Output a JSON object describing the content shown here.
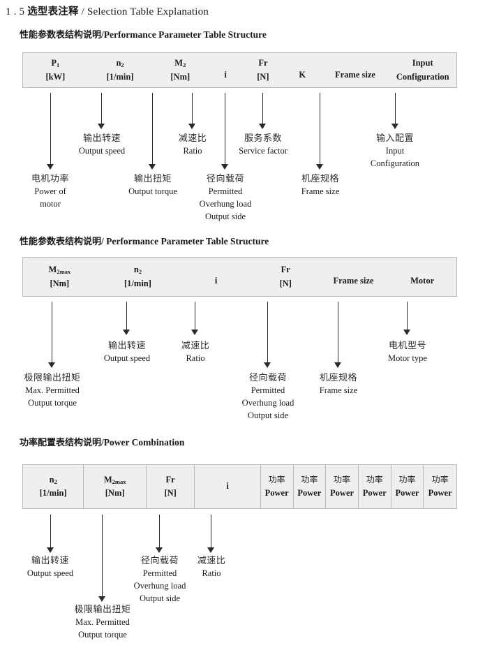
{
  "document": {
    "title_number": "1 . 5",
    "title_cn": "选型表注释",
    "title_sep": "/",
    "title_en": "Selection Table Explanation"
  },
  "sections": [
    {
      "id": "performance-parameter-table-1",
      "heading_cn": "性能参数表结构说明",
      "heading_sep": "/",
      "heading_en": "Performance Parameter Table Structure",
      "table": {
        "divided": false,
        "columns": [
          {
            "symbol": "P",
            "sub": "1",
            "unit": "[kW]"
          },
          {
            "symbol": "n",
            "sub": "2",
            "unit": "[1/min]"
          },
          {
            "symbol": "M",
            "sub": "2",
            "unit": "[Nm]"
          },
          {
            "symbol": "i",
            "sub": "",
            "unit": ""
          },
          {
            "symbol": "Fr",
            "sub": "",
            "unit": "[N]"
          },
          {
            "symbol": "K",
            "sub": "",
            "unit": ""
          },
          {
            "symbol": "Frame size",
            "sub": "",
            "unit": ""
          },
          {
            "symbol": "Input",
            "sub": "",
            "unit": "Configuration"
          }
        ]
      },
      "notes": [
        {
          "cn": "电机功率",
          "en": [
            "Power of",
            "motor"
          ]
        },
        {
          "cn": "输出转速",
          "en": [
            "Output speed"
          ]
        },
        {
          "cn": "输出扭矩",
          "en": [
            "Output torque"
          ]
        },
        {
          "cn": "减速比",
          "en": [
            "Ratio"
          ]
        },
        {
          "cn": "径向载荷",
          "en": [
            "Permitted",
            "Overhung load",
            "Output side"
          ]
        },
        {
          "cn": "服务系数",
          "en": [
            "Service factor"
          ]
        },
        {
          "cn": "机座规格",
          "en": [
            "Frame size"
          ]
        },
        {
          "cn": "输入配置",
          "en": [
            "Input",
            "Configuration"
          ]
        }
      ]
    },
    {
      "id": "performance-parameter-table-2",
      "heading_cn": "性能参数表结构说明",
      "heading_sep": "/",
      "heading_en": "Performance Parameter Table Structure",
      "table": {
        "divided": false,
        "columns": [
          {
            "symbol": "M",
            "sub": "2max",
            "unit": "[Nm]"
          },
          {
            "symbol": "n",
            "sub": "2",
            "unit": "[1/min]"
          },
          {
            "symbol": "i",
            "sub": "",
            "unit": ""
          },
          {
            "symbol": "Fr",
            "sub": "",
            "unit": "[N]"
          },
          {
            "symbol": "Frame size",
            "sub": "",
            "unit": ""
          },
          {
            "symbol": "Motor",
            "sub": "",
            "unit": ""
          }
        ]
      },
      "notes": [
        {
          "cn": "极限输出扭矩",
          "en": [
            "Max. Permitted",
            "Output  torque"
          ]
        },
        {
          "cn": "输出转速",
          "en": [
            "Output speed"
          ]
        },
        {
          "cn": "减速比",
          "en": [
            "Ratio"
          ]
        },
        {
          "cn": "径向载荷",
          "en": [
            "Permitted",
            "Overhung load",
            "Output side"
          ]
        },
        {
          "cn": "机座规格",
          "en": [
            "Frame size"
          ]
        },
        {
          "cn": "电机型号",
          "en": [
            "Motor type"
          ]
        }
      ]
    },
    {
      "id": "power-combination-table",
      "heading_cn": "功率配置表结构说明",
      "heading_sep": "/",
      "heading_en": "Power Combination",
      "table": {
        "divided": true,
        "columns": [
          {
            "symbol": "n",
            "sub": "2",
            "unit": "[1/min]"
          },
          {
            "symbol": "M",
            "sub": "2max",
            "unit": "[Nm]"
          },
          {
            "symbol": "Fr",
            "sub": "",
            "unit": "[N]"
          },
          {
            "symbol": "i",
            "sub": "",
            "unit": ""
          },
          {
            "symbol_cn": "功率",
            "sub": "",
            "unit": "Power"
          },
          {
            "symbol_cn": "功率",
            "sub": "",
            "unit": "Power"
          },
          {
            "symbol_cn": "功率",
            "sub": "",
            "unit": "Power"
          },
          {
            "symbol_cn": "功率",
            "sub": "",
            "unit": "Power"
          },
          {
            "symbol_cn": "功率",
            "sub": "",
            "unit": "Power"
          },
          {
            "symbol_cn": "功率",
            "sub": "",
            "unit": "Power"
          }
        ]
      },
      "notes": [
        {
          "cn": "输出转速",
          "en": [
            "Output speed"
          ]
        },
        {
          "cn": "极限输出扭矩",
          "en": [
            "Max. Permitted",
            "Output  torque"
          ]
        },
        {
          "cn": "径向载荷",
          "en": [
            "Permitted",
            "Overhung load",
            "Output side"
          ]
        },
        {
          "cn": "减速比",
          "en": [
            "Ratio"
          ]
        }
      ]
    }
  ],
  "colors": {
    "table_fill": "#efeff0",
    "table_border": "#b9b9b9",
    "arrow": "#2a2a2a",
    "text": "#1a1a1a"
  }
}
